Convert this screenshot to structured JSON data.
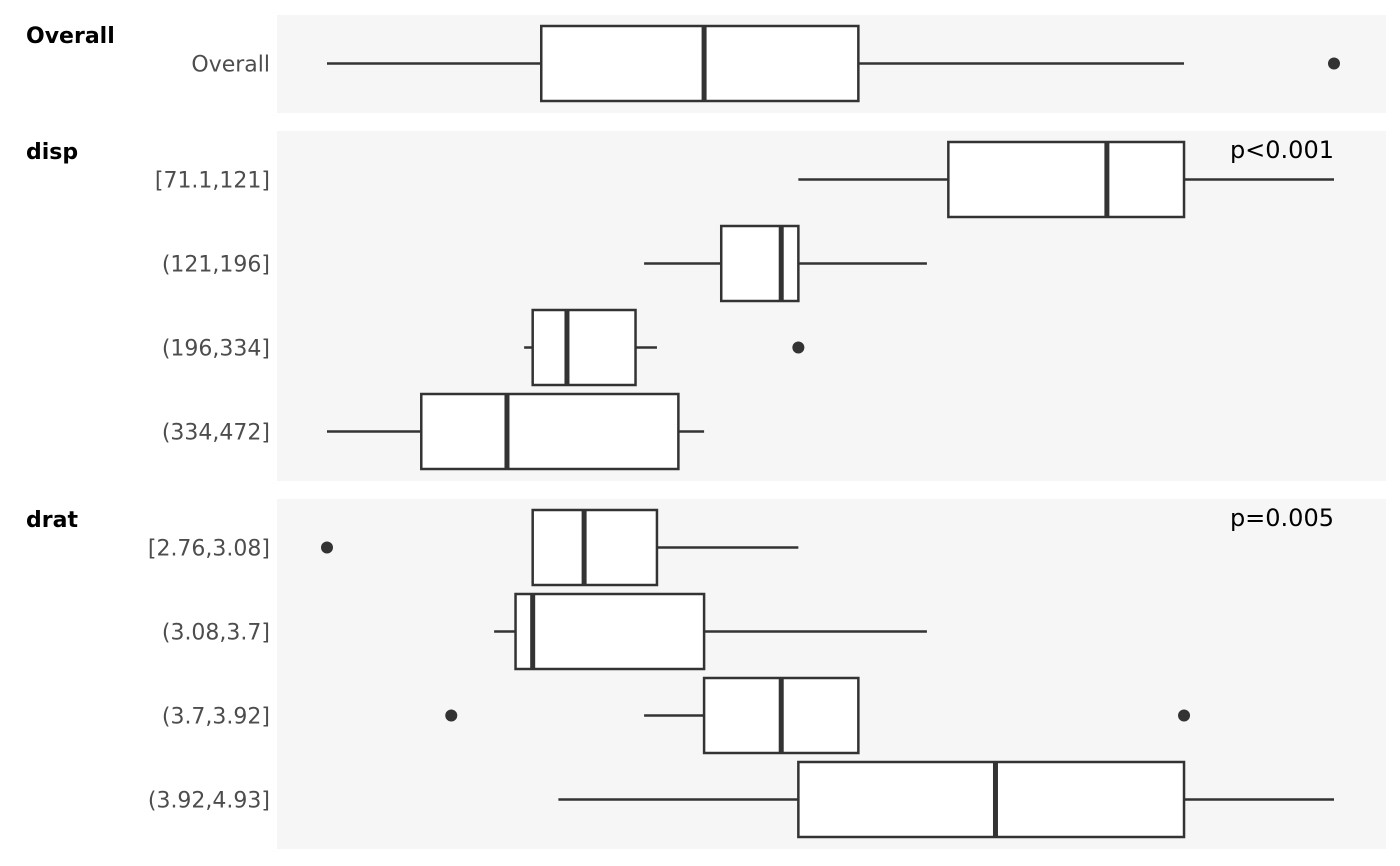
{
  "chart_data": {
    "type": "boxplot",
    "orientation": "horizontal",
    "x_axis_shown": false,
    "grid": false,
    "colors": {
      "panel_bg": "#f6f6f6",
      "stroke": "#333333",
      "box_fill": "#ffffff",
      "label": "#4d4d4d"
    },
    "xlim": [
      10.4,
      33.9
    ],
    "groups": [
      {
        "title": "Overall",
        "pvalue": "",
        "rows": [
          {
            "label": "Overall",
            "whisker_low": 10.4,
            "q1": 15.4,
            "median": 19.2,
            "q3": 22.8,
            "whisker_high": 30.4,
            "outliers": [
              33.9
            ]
          }
        ]
      },
      {
        "title": "disp",
        "pvalue": "p<0.001",
        "rows": [
          {
            "label": "[71.1,121]",
            "whisker_low": 21.4,
            "q1": 24.9,
            "median": 28.6,
            "q3": 30.4,
            "whisker_high": 33.9,
            "outliers": []
          },
          {
            "label": "(121,196]",
            "whisker_low": 17.8,
            "q1": 19.6,
            "median": 21.0,
            "q3": 21.4,
            "whisker_high": 24.4,
            "outliers": []
          },
          {
            "label": "(196,334]",
            "whisker_low": 15.0,
            "q1": 15.2,
            "median": 16.0,
            "q3": 17.6,
            "whisker_high": 18.1,
            "outliers": [
              21.4
            ]
          },
          {
            "label": "(334,472]",
            "whisker_low": 10.4,
            "q1": 12.6,
            "median": 14.6,
            "q3": 18.6,
            "whisker_high": 19.2,
            "outliers": []
          }
        ]
      },
      {
        "title": "drat",
        "pvalue": "p=0.005",
        "rows": [
          {
            "label": "[2.76,3.08]",
            "whisker_low": 15.2,
            "q1": 15.2,
            "median": 16.4,
            "q3": 18.1,
            "whisker_high": 21.4,
            "outliers": [
              10.4
            ]
          },
          {
            "label": "(3.08,3.7]",
            "whisker_low": 14.3,
            "q1": 14.8,
            "median": 15.2,
            "q3": 19.2,
            "whisker_high": 24.4,
            "outliers": []
          },
          {
            "label": "(3.7,3.92]",
            "whisker_low": 17.8,
            "q1": 19.2,
            "median": 21.0,
            "q3": 22.8,
            "whisker_high": 22.8,
            "outliers": [
              13.3,
              30.4
            ]
          },
          {
            "label": "(3.92,4.93]",
            "whisker_low": 15.8,
            "q1": 21.4,
            "median": 26.0,
            "q3": 30.4,
            "whisker_high": 33.9,
            "outliers": []
          }
        ]
      }
    ]
  }
}
